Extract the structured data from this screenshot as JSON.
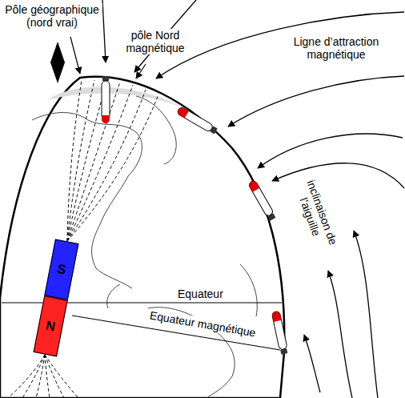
{
  "diagram": {
    "nodes": [
      {
        "text": [
          "S"
        ]
      },
      {
        "text": [
          "N"
        ]
      }
    ],
    "labels": [
      "Pôle géographique (nord vrai)",
      "pôle Nord magnétique",
      "Ligne d’attraction magnétique",
      "inclinaison de l’aiguille",
      "Equateur",
      "Equateur magnétique"
    ]
  }
}
